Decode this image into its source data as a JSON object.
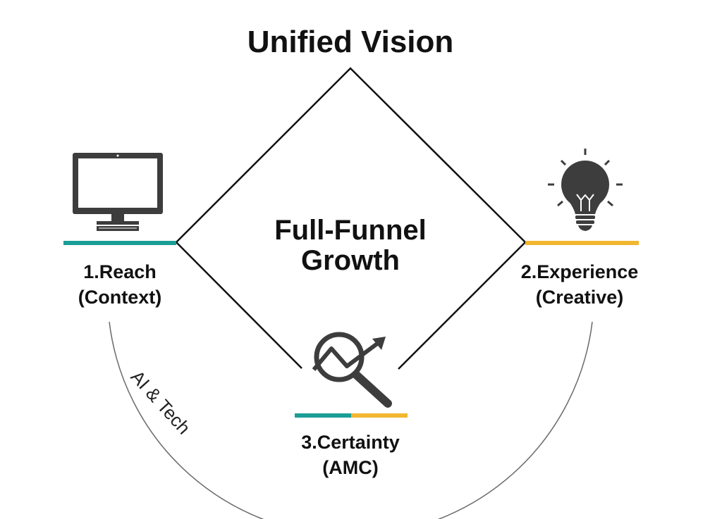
{
  "diagram": {
    "title": "Unified Vision",
    "center": {
      "line1": "Full-Funnel",
      "line2": "Growth"
    },
    "nodes": [
      {
        "line1": "1.Reach",
        "line2": "(Context)",
        "icon": "monitor-icon",
        "bar_colors": [
          "#1a9e96"
        ]
      },
      {
        "line1": "2.Experience",
        "line2": "(Creative)",
        "icon": "lightbulb-icon",
        "bar_colors": [
          "#f2b630"
        ]
      },
      {
        "line1": "3.Certainty",
        "line2": "(AMC)",
        "icon": "magnifier-trend-icon",
        "bar_colors": [
          "#1a9e96",
          "#f2b630"
        ]
      }
    ],
    "arc_label": "AI & Tech",
    "colors": {
      "teal": "#1a9e96",
      "yellow": "#f2b630",
      "ink": "#1a1a1a",
      "icon": "#3a3a3a"
    }
  }
}
